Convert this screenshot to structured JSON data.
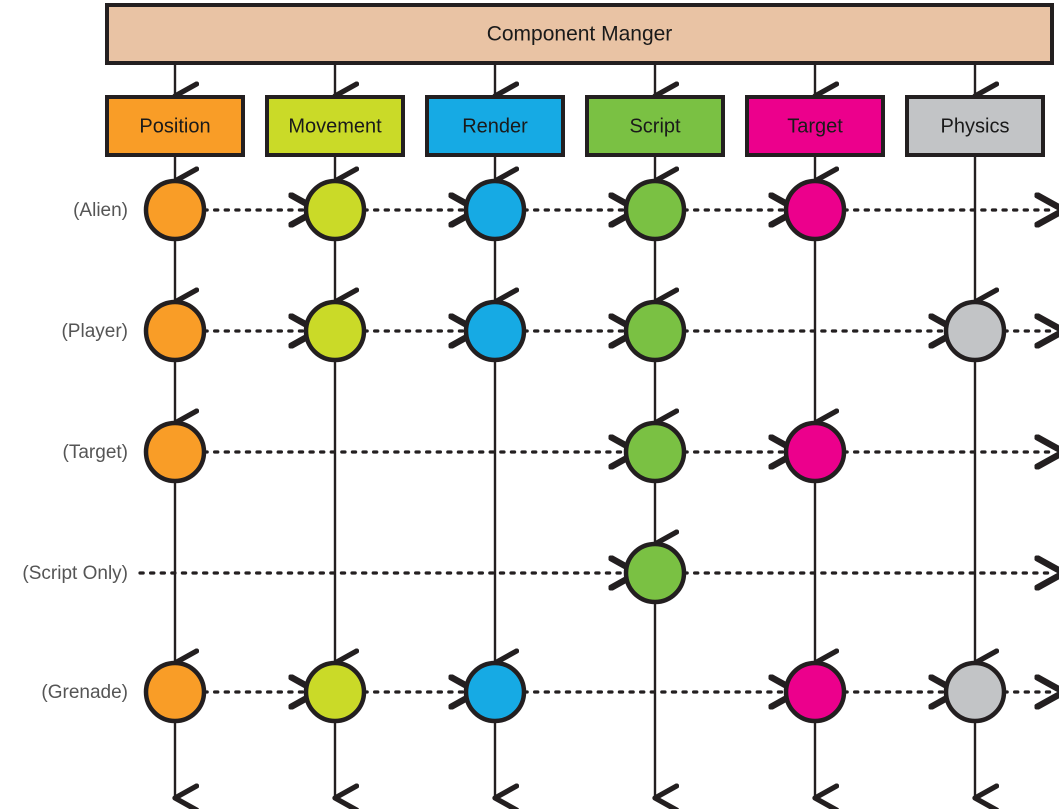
{
  "diagram": {
    "title": "Component Manger",
    "manager": {
      "label": "Component Manger",
      "fill": "#e9c3a4",
      "stroke": "#231f20"
    },
    "components": [
      {
        "id": "position",
        "label": "Position",
        "fill": "#f99d27",
        "circle_fill": "#f99d27"
      },
      {
        "id": "movement",
        "label": "Movement",
        "fill": "#cada28",
        "circle_fill": "#cada28"
      },
      {
        "id": "render",
        "label": "Render",
        "fill": "#16aae4",
        "circle_fill": "#16aae4"
      },
      {
        "id": "script",
        "label": "Script",
        "fill": "#7ac143",
        "circle_fill": "#7ac143"
      },
      {
        "id": "target",
        "label": "Target",
        "fill": "#ec008c",
        "circle_fill": "#ec008c"
      },
      {
        "id": "physics",
        "label": "Physics",
        "fill": "#c2c4c6",
        "circle_fill": "#c2c4c6"
      }
    ],
    "entities": [
      {
        "id": "alien",
        "label": "(Alien)",
        "components": [
          "position",
          "movement",
          "render",
          "script",
          "target"
        ]
      },
      {
        "id": "player",
        "label": "(Player)",
        "components": [
          "position",
          "movement",
          "render",
          "script",
          "physics"
        ]
      },
      {
        "id": "target",
        "label": "(Target)",
        "components": [
          "position",
          "script",
          "target"
        ]
      },
      {
        "id": "script_only",
        "label": "(Script Only)",
        "components": [
          "script"
        ]
      },
      {
        "id": "grenade",
        "label": "(Grenade)",
        "components": [
          "position",
          "movement",
          "render",
          "target",
          "physics"
        ]
      }
    ],
    "legend": {
      "vertical_connector": "component-chain",
      "horizontal_connector": "entity-chain"
    },
    "colors": {
      "outline": "#231f20",
      "background": "#ffffff",
      "row_label_text": "#555555"
    }
  }
}
